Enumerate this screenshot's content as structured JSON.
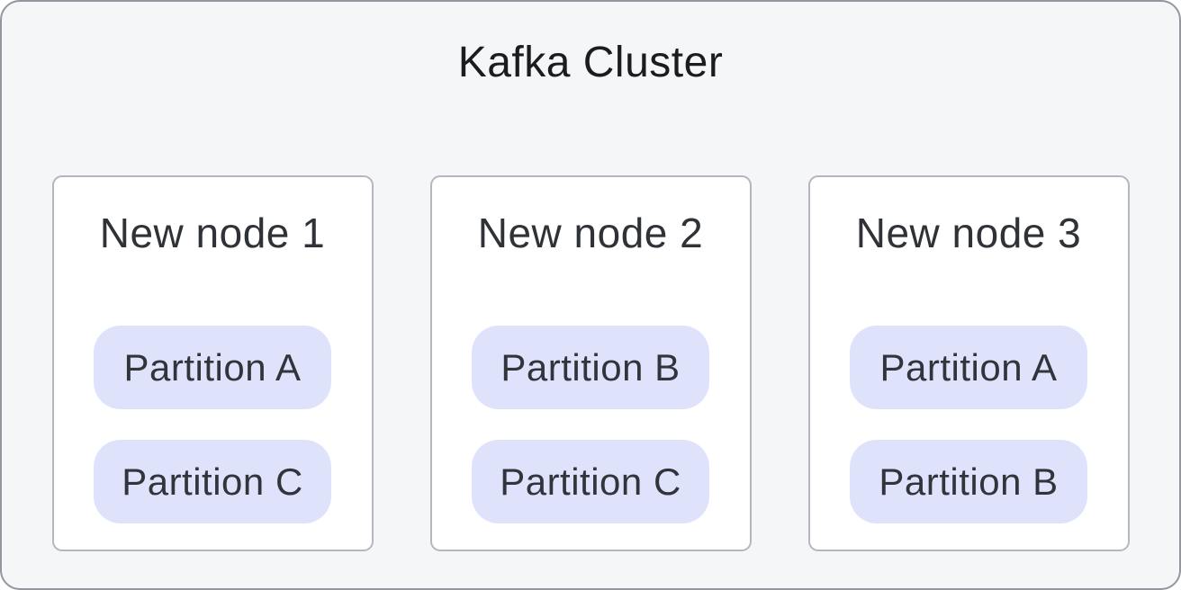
{
  "diagram": {
    "title": "Kafka Cluster",
    "nodes": [
      {
        "label": "New node 1",
        "partitions": [
          "Partition A",
          "Partition C"
        ]
      },
      {
        "label": "New node 2",
        "partitions": [
          "Partition B",
          "Partition C"
        ]
      },
      {
        "label": "New node 3",
        "partitions": [
          "Partition A",
          "Partition B"
        ]
      }
    ],
    "colors": {
      "cluster_background": "#f5f6f8",
      "cluster_border": "#95959f",
      "node_background": "#ffffff",
      "node_border": "#b6b6be",
      "partition_background": "#dee3fb",
      "title_text": "#1b1c1e",
      "node_text": "#2f3237",
      "partition_text": "#31343b"
    }
  }
}
